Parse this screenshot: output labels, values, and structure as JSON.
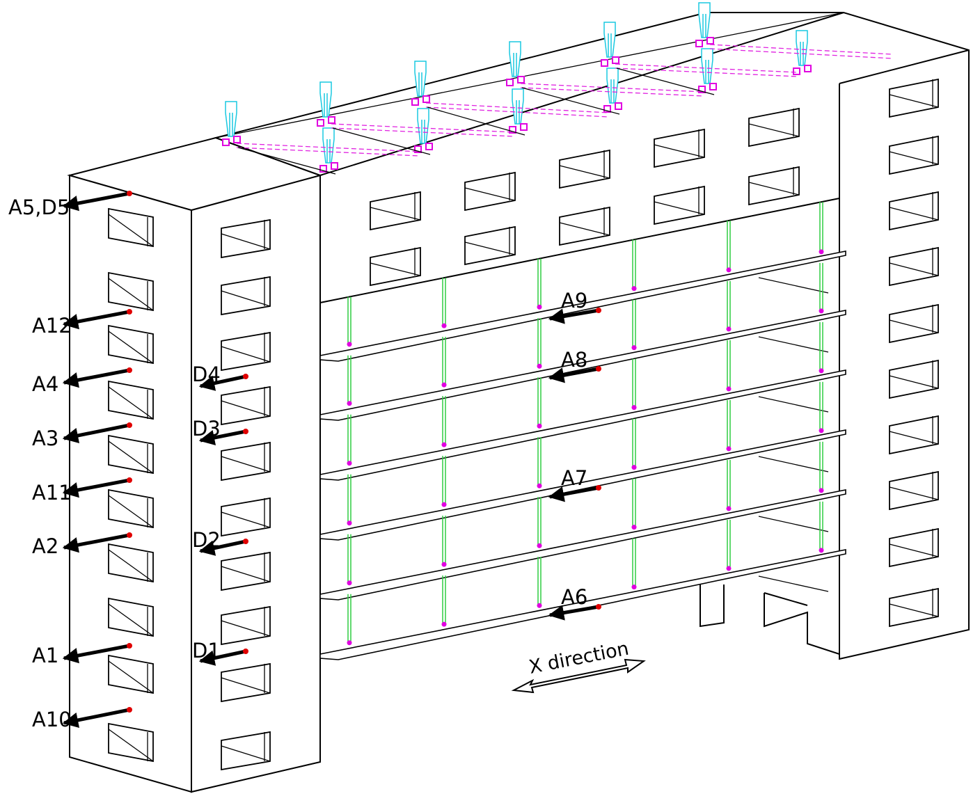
{
  "figure": {
    "sensor_labels": {
      "A5D5": "A5,D5",
      "A12": "A12",
      "A4": "A4",
      "A3": "A3",
      "A11": "A11",
      "A2": "A2",
      "A1": "A1",
      "A10": "A10",
      "D4": "D4",
      "D3": "D3",
      "D2": "D2",
      "D1": "D1",
      "A9": "A9",
      "A8": "A8",
      "A7": "A7",
      "A6": "A6"
    },
    "direction_label": "X direction",
    "colors": {
      "structure": "#000000",
      "shaker": "#18c8e0",
      "anchor": "#e000e0",
      "column": "#2ecc40",
      "sensor_dot": "#e00000"
    }
  }
}
